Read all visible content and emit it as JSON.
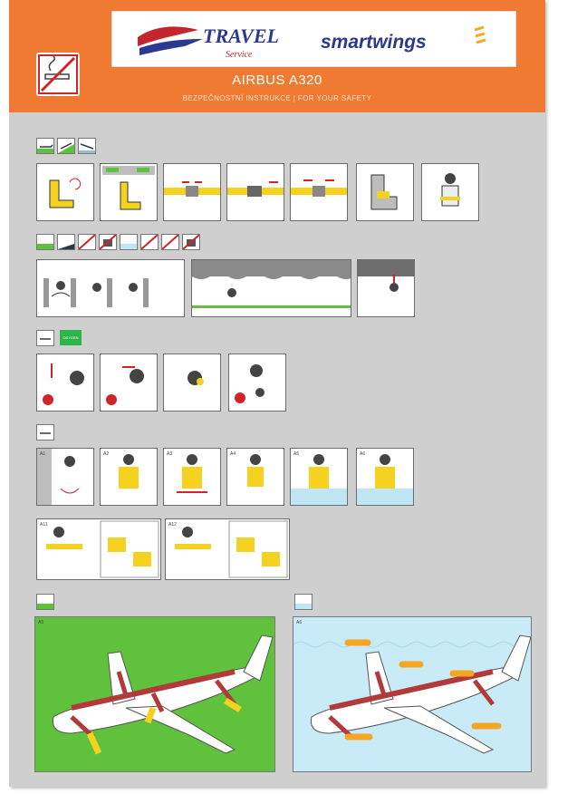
{
  "header": {
    "brand_travel": "TRAVEL",
    "brand_service": "Service",
    "brand_smartwings": "smartwings",
    "title": "AIRBUS A320",
    "subtitle": "BEZPEČNOSTNÍ INSTRUKCE | FOR YOUR SAFETY"
  },
  "codes": {
    "s1": [
      "",
      "",
      " ",
      "",
      "",
      "",
      ""
    ],
    "s4": [
      "A1",
      "A2",
      "A3",
      "A4",
      "A5",
      "A6"
    ],
    "s5": [
      "A11",
      "A12"
    ],
    "s6": [
      "A5",
      "A6"
    ]
  },
  "tags": {
    "oxygen": "OXYGEN"
  },
  "colors": {
    "orange": "#f07a32",
    "green": "#5fc13c",
    "sea": "#c8ebf7",
    "card": "#cfcfcf",
    "vest": "#f5d21f"
  }
}
